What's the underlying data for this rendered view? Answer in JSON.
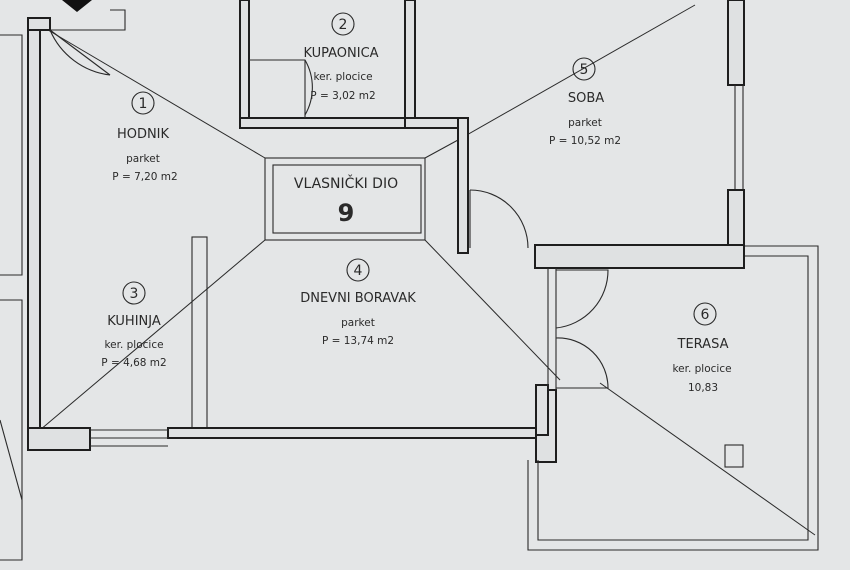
{
  "colors": {
    "paper": "#e4e6e7",
    "ink": "#1e1e1e"
  },
  "unit_label": {
    "title": "VLASNIČKI DIO",
    "number": "9"
  },
  "rooms": [
    {
      "number": "1",
      "name": "HODNIK",
      "floor": "parket",
      "area": "P = 7,20 m2"
    },
    {
      "number": "2",
      "name": "KUPAONICA",
      "floor": "ker. plocice",
      "area": "P = 3,02 m2"
    },
    {
      "number": "3",
      "name": "KUHINJA",
      "floor": "ker. plocice",
      "area": "P = 4,68 m2"
    },
    {
      "number": "4",
      "name": "DNEVNI BORAVAK",
      "floor": "parket",
      "area": "P = 13,74 m2"
    },
    {
      "number": "5",
      "name": "SOBA",
      "floor": "parket",
      "area": "P = 10,52 m2"
    },
    {
      "number": "6",
      "name": "TERASA",
      "floor": "ker. plocice",
      "area": "10,83"
    }
  ]
}
